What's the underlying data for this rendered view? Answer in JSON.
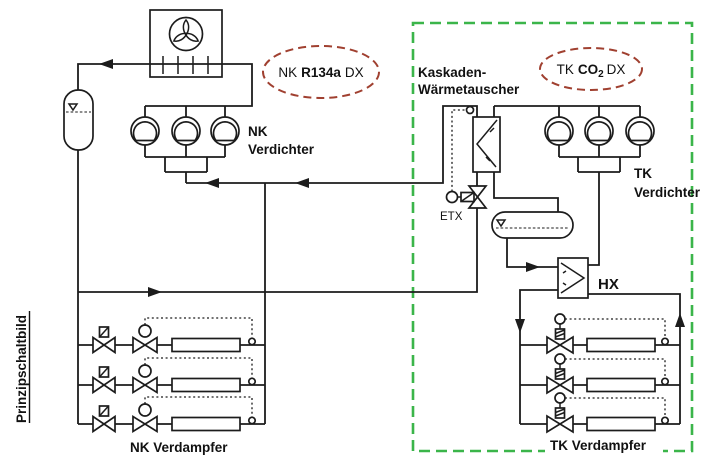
{
  "diagram": {
    "side_title": "Prinzipschaltbild",
    "nk_badge": {
      "prefix": "NK",
      "refrigerant": "R134a",
      "suffix": "DX"
    },
    "tk_badge": {
      "prefix": "TK",
      "gas": "CO",
      "gas_sub": "2",
      "suffix": "DX"
    },
    "cascade_hx": {
      "line1": "Kaskaden-",
      "line2": "Wärmetauscher"
    },
    "nk_compressors": {
      "line1": "NK",
      "line2": "Verdichter"
    },
    "tk_compressors": {
      "line1": "TK",
      "line2": "Verdichter"
    },
    "etx_label": "ETX",
    "hx_label": "HX",
    "nk_evaporators_label": "NK Verdampfer",
    "tk_evaporators_label": "TK Verdampfer",
    "colors": {
      "line": "#1c1c1c",
      "tk_boundary_green": "#3bb54a",
      "badge_red": "#a04030",
      "background": "#ffffff"
    }
  }
}
